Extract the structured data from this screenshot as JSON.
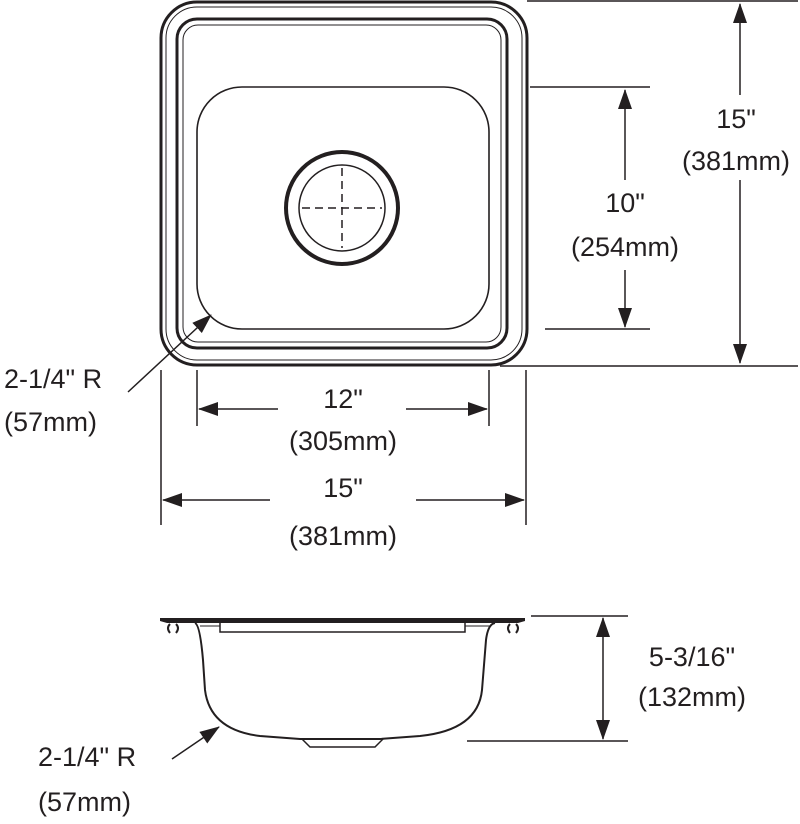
{
  "top_view": {
    "overall_height": {
      "inches": "15\"",
      "mm": "(381mm)"
    },
    "bowl_height": {
      "inches": "10\"",
      "mm": "(254mm)"
    },
    "bowl_width": {
      "inches": "12\"",
      "mm": "(305mm)"
    },
    "overall_width": {
      "inches": "15\"",
      "mm": "(381mm)"
    },
    "corner_radius": {
      "inches": "2-1/4\" R",
      "mm": "(57mm)"
    }
  },
  "side_view": {
    "depth": {
      "inches": "5-3/16\"",
      "mm": "(132mm)"
    },
    "corner_radius": {
      "inches": "2-1/4\" R",
      "mm": "(57mm)"
    }
  },
  "colors": {
    "line": "#231f20"
  }
}
